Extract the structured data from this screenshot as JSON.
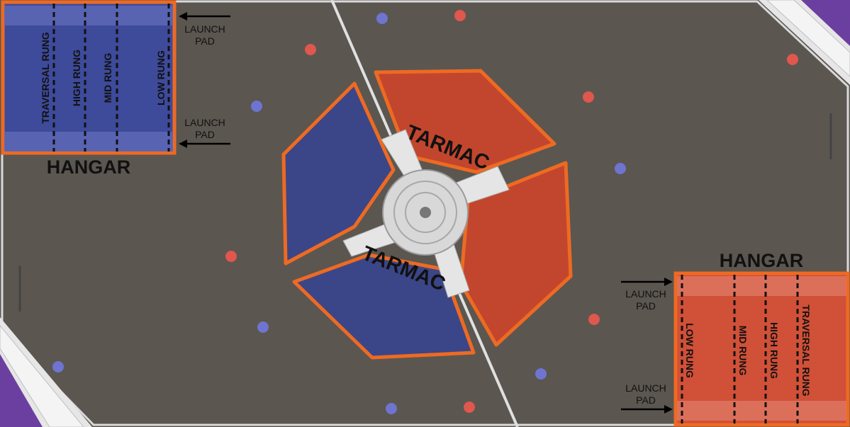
{
  "colors": {
    "floor": "#5b5650",
    "border": "#ffffff",
    "red": "#c2462e",
    "blue": "#3b4688",
    "outline": "#ee6a22",
    "red_cargo": "#e0574d",
    "blue_cargo": "#6f74d0",
    "frame": "#6b3fa0"
  },
  "blue_hangar": {
    "title": "HANGAR",
    "rungs": [
      "TRAVERSAL RUNG",
      "HIGH RUNG",
      "MID RUNG",
      "LOW RUNG"
    ],
    "launch_pad_top": [
      "LAUNCH",
      "PAD"
    ],
    "launch_pad_bottom": [
      "LAUNCH",
      "PAD"
    ]
  },
  "red_hangar": {
    "title": "HANGAR",
    "rungs": [
      "LOW RUNG",
      "MID RUNG",
      "HIGH RUNG",
      "TRAVERSAL RUNG"
    ],
    "launch_pad_top": [
      "LAUNCH",
      "PAD"
    ],
    "launch_pad_bottom": [
      "LAUNCH",
      "PAD"
    ]
  },
  "tarmac_red_label": "TARMAC",
  "tarmac_blue_label": "TARMAC",
  "icons": [
    "launch-pad-arrow-icon",
    "cargo-ball-icon",
    "hub-icon"
  ]
}
